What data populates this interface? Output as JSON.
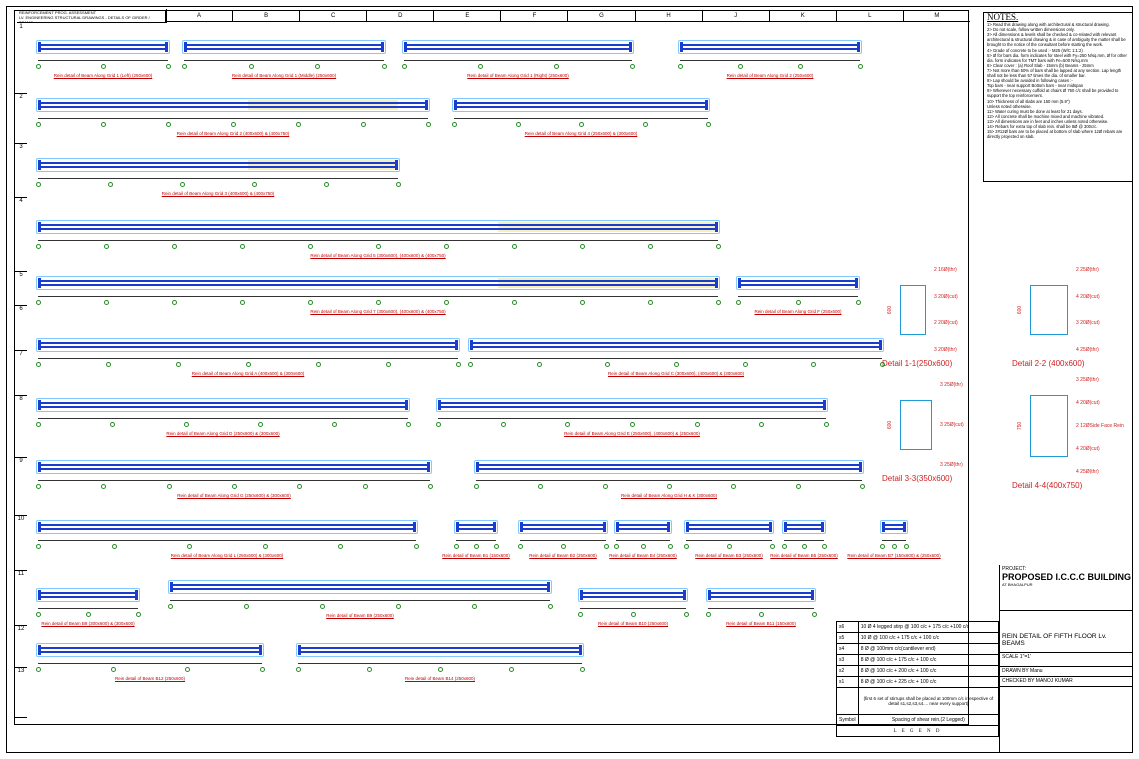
{
  "header": {
    "title": "REINFORCEMENT PROG. ASSESSMENT",
    "subtitle": "LV. ENGINEERING STRUCTURAL DRAWINGS - DETAILS OF GIRDER / BEAMS"
  },
  "columns": [
    "A",
    "B",
    "C",
    "D",
    "E",
    "F",
    "G",
    "H",
    "J",
    "K",
    "L",
    "M"
  ],
  "rows": [
    "1",
    "2",
    "3",
    "4",
    "5",
    "6",
    "7",
    "8",
    "9",
    "10",
    "11",
    "12",
    "13"
  ],
  "beams": [
    {
      "caption": "Rein detail of Beam Along Grid 1 (Left) (250x600)"
    },
    {
      "caption": "Rein detail of Beam Along Grid 1 (Middle) (250x600)"
    },
    {
      "caption": "Rein detail of Beam Along Grid 1 (Right) (250x600)"
    },
    {
      "caption": "Rein detail of Beam Along Grid 2 (250x600)"
    },
    {
      "caption": "Rein detail of Beam Along Grid 2 (400x600) & (400x750)"
    },
    {
      "caption": "Rein detail of Beam Along Grid 4 (250x600) & (300x600)"
    },
    {
      "caption": "Rein detail of Beam Along Grid 3 (400x600) & (400x750)"
    },
    {
      "caption": "Rein detail of Beam Along Grid 5 (300x600), (400x600) & (400x750)"
    },
    {
      "caption": "Rein detail of Beam Along Grid 7 (300x600), (400x600) & (400x750)"
    },
    {
      "caption": "Rein detail of Beam Along Grid F (250x600)"
    },
    {
      "caption": "Rein detail of Beam Along Grid A (400x600) & (300x600)"
    },
    {
      "caption": "Rein detail of Beam Along Grid C (300x600), (400x600) & (300x600)"
    },
    {
      "caption": "Rein detail of Beam Along Grid D (250x600) & (300x600)"
    },
    {
      "caption": "Rein detail of Beam Along Grid E (250x600), (400x600) & (250x600)"
    },
    {
      "caption": "Rein detail of Beam Along Grid G (250x600) & (300x600)"
    },
    {
      "caption": "Rein detail of Beam Along Grid H & K (300x600)"
    },
    {
      "caption": "Rein detail of Beam Along Grid L (250x600) & (300x600)"
    },
    {
      "caption": "Rein detail of Beam B1 (150x600)"
    },
    {
      "caption": "Rein detail of Beam B2 (250x600)"
    },
    {
      "caption": "Rein detail of Beam B4 (250x600)"
    },
    {
      "caption": "Rein detail of Beam B3 (250x600)"
    },
    {
      "caption": "Rein detail of Beam B5 (250x600)"
    },
    {
      "caption": "Rein detail of Beam B7 (150x600) & (250x600)"
    },
    {
      "caption": "Rein detail of Beam B8 (300x600) & (300x600)"
    },
    {
      "caption": "Rein detail of Beam B9 (250x600)"
    },
    {
      "caption": "Rein detail of Beam B10 (250x600)"
    },
    {
      "caption": "Rein detail of Beam B11 (150x600)"
    },
    {
      "caption": "Rein detail of Beam B12 (250x600)"
    },
    {
      "caption": "Rein detail of Beam B14 (250x600)"
    }
  ],
  "notes": {
    "heading": "NOTES.",
    "items": [
      "1> Read this drawing along with architectural & structural drawing.",
      "2> Do not scale, follow written dimensions only.",
      "3> All dimensions & levels shall be checked & co-related with relevant architectural & structural drawing & in case of ambiguity the matter shall be brought to the notice of the consultant before starting the work.",
      "4> Grade of concrete to be used :- M25 (W/C 1:1:2)",
      "5> Ø for bars dia. form indicates for steel with Fy=250 N/sq.mm, Ø for other dia. form indicates for TMT bars with Fe=500 N/sq.mm",
      "6> Clear cover : (a) Roof Slab - 15mm (b) Beams - 25mm",
      "7> Not more than 50% of bars shall be lapped at any section. Lap length shall not be less than 57 times the dia. of smaller bar.",
      "8> Lap should be avoided in following cases :-",
      "Top bars - near support    Bottom bars - near midspan",
      "9> Wherever necessary cuffold at chairs Ø 750 c/c shall be provided to support the top reinforcement.",
      "10> Thickness of all slabs are 150 mm (5.9\")",
      "Unless noted otherwise.",
      "11> Water curing must be done at least for 21 days.",
      "12> All concrete shall be machine mixed and machine vibrated.",
      "13> All dimensions are in feet and inches unless noted otherwise.",
      "14> Rebars for extra top of slab rein. shall be 8Ø @ 300c/c.",
      "15> 2#12Ø bars are to be placed at bottom of slab where 12Ø rebars are directly projected on slab."
    ]
  },
  "sections": [
    {
      "label": "Detail 1-1(250x600)",
      "depth": "600",
      "dims": [
        "2 16Ø(thr)",
        "3 20Ø(cut)",
        "2 20Ø(cut)",
        "3 20Ø(thr)"
      ]
    },
    {
      "label": "Detail 2-2 (400x600)",
      "depth": "600",
      "dims": [
        "2 25Ø(thr)",
        "4 20Ø(cut)",
        "3 20Ø(cut)",
        "4 25Ø(thr)"
      ]
    },
    {
      "label": "Detail 3-3(350x600)",
      "depth": "600",
      "dims": [
        "3 25Ø(thr)",
        "3 25Ø(cut)",
        "3 25Ø(thr)"
      ]
    },
    {
      "label": "Detail 4-4(400x750)",
      "depth": "750",
      "dims": [
        "3 25Ø(thr)",
        "4 20Ø(cut)",
        "2 12ØSide Face Rein",
        "4 20Ø(cut)",
        "4 25Ø(thr)"
      ]
    }
  ],
  "legend": {
    "rows": [
      {
        "sym": "s6",
        "text": "10 Ø 4 legged stirp @ 100  c/c  + 175 c/c +100 c/c"
      },
      {
        "sym": "s5",
        "text": "10 Ø @  100  c/c  + 175 c/c   +   100 c/c"
      },
      {
        "sym": "s4",
        "text": "8 Ø @   100mm  c/c(cantilever end)"
      },
      {
        "sym": "s3",
        "text": "8 Ø @  100  c/c  + 175 c/c   +   100 c/c"
      },
      {
        "sym": "s2",
        "text": "8 Ø @  100  c/c  + 200 c/c   +   100 c/c"
      },
      {
        "sym": "s1",
        "text": "8 Ø @  100  c/c  + 225 c/c   +   100 c/c"
      }
    ],
    "note": "(first 6 set of stirrups shall be placed at 100mm c/c irrespective of detail s1,s2,s3,s4.... near every support)",
    "col1": "Symbol",
    "col2": "Spacing of shear rein.(2 Legged)",
    "footer": "L E G E N D"
  },
  "title_block": {
    "project_label": "PROJECT:",
    "project": "PROPOSED I.C.C.C BUILDING",
    "location": "AT BHAGALPUR",
    "sheet_title": "REIN DETAIL OF FIFTH  FLOOR Lv. BEAMS",
    "scale": "SCALE  1\"=1'",
    "drawn": "DRAWN BY   Manu",
    "checked": "CHECKED BY  MANOJ KUMAR"
  }
}
